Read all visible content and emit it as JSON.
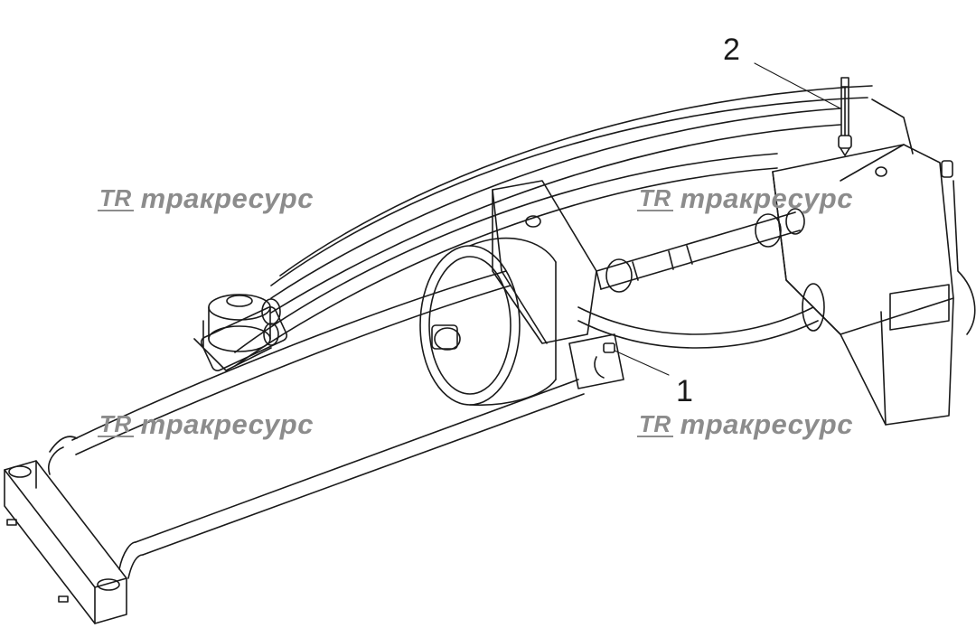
{
  "callouts": {
    "part_1": "1",
    "part_2": "2"
  },
  "watermark": {
    "logo": "TR",
    "text": "тракресурс"
  },
  "colors": {
    "line": "#1a1a1a",
    "watermark": "#8c8c8c",
    "background": "#ffffff"
  }
}
